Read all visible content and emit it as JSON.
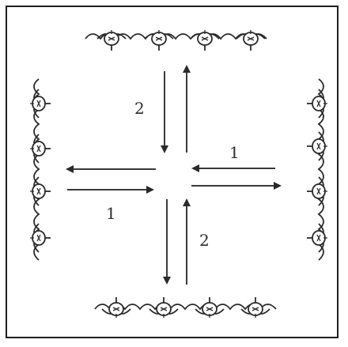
{
  "diagram": {
    "labels": {
      "top_number": "2",
      "right_number": "1",
      "left_number": "1",
      "bottom_number": "2"
    }
  }
}
